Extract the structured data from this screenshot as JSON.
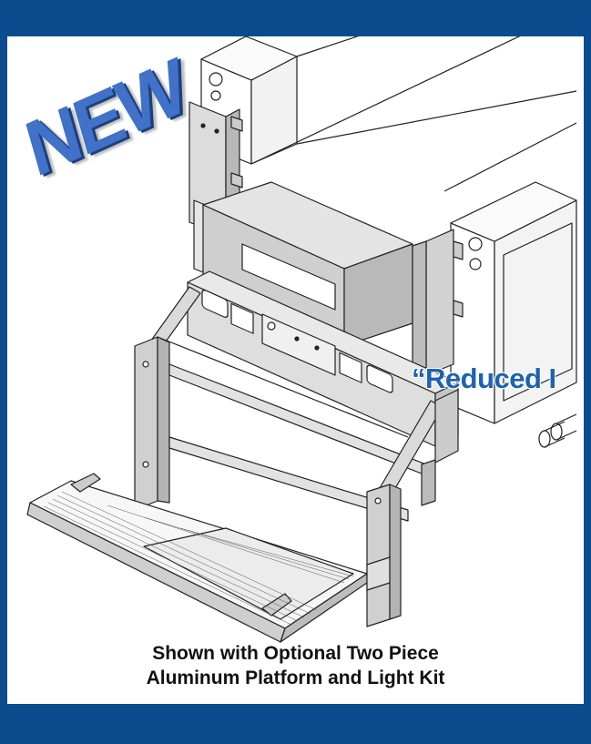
{
  "badge": {
    "text": "NEW"
  },
  "tagline": {
    "text": "“Reduced I"
  },
  "caption": {
    "line1": "Shown with Optional Two Piece",
    "line2": "Aluminum Platform and Light Kit"
  },
  "colors": {
    "frame": "#0b4c8f",
    "badge": "#3f72c8",
    "tagline": "#1e62b0",
    "line_art": "#222222"
  }
}
